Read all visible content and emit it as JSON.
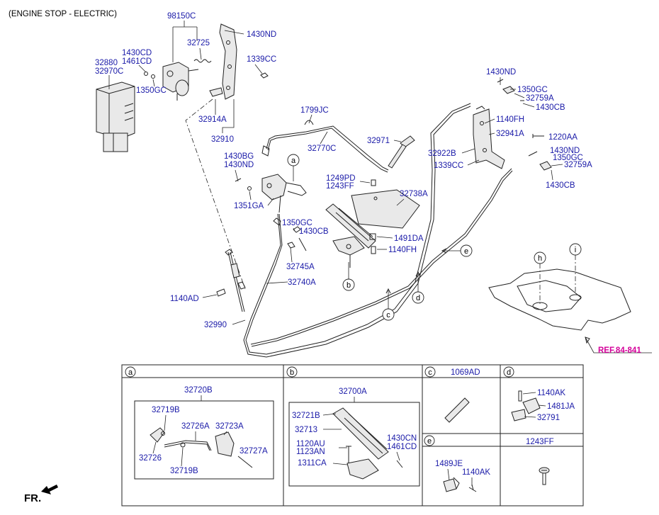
{
  "diagram": {
    "title": "(ENGINE STOP - ELECTRIC)",
    "ref_label": "REF.84-841",
    "fr_label": "FR.",
    "callouts": {
      "a": "a",
      "b": "b",
      "c": "c",
      "d": "d",
      "e": "e",
      "h": "h",
      "i": "i"
    },
    "part_numbers": {
      "p98150C": "98150C",
      "p1430ND_top": "1430ND",
      "p32725": "32725",
      "p1430CD_top": "1430CD",
      "p1461CD_top": "1461CD",
      "p32880": "32880",
      "p32970C": "32970C",
      "p1350GC_top": "1350GC",
      "p1339CC_top": "1339CC",
      "p32914A": "32914A",
      "p32910": "32910",
      "p1799JC": "1799JC",
      "p32770C": "32770C",
      "p32971": "32971",
      "p1430BG": "1430BG",
      "p1430ND_mid": "1430ND",
      "p1249PD": "1249PD",
      "p1243FF_mid": "1243FF",
      "p32738A": "32738A",
      "p1351GA": "1351GA",
      "p1350GC_mid": "1350GC",
      "p1430CB_mid": "1430CB",
      "p1491DA": "1491DA",
      "p1140FH_mid": "1140FH",
      "p32745A": "32745A",
      "p32740A": "32740A",
      "p1140AD": "1140AD",
      "p32990": "32990",
      "p1430ND_right": "1430ND",
      "p1350GC_right": "1350GC",
      "p32759A_right": "32759A",
      "p1430CB_right": "1430CB",
      "p1140FH_right": "1140FH",
      "p32941A": "32941A",
      "p1220AA": "1220AA",
      "p32922B": "32922B",
      "p1339CC_right": "1339CC",
      "p1430ND_r2": "1430ND",
      "p1350GC_r2": "1350GC",
      "p32759A_r2": "32759A",
      "p1430CB_r2": "1430CB"
    },
    "detail_a": {
      "tag": "a",
      "assembly": "32720B",
      "parts": {
        "p32719B_1": "32719B",
        "p32726A": "32726A",
        "p32723A": "32723A",
        "p32726": "32726",
        "p32727A": "32727A",
        "p32719B_2": "32719B"
      }
    },
    "detail_b": {
      "tag": "b",
      "assembly": "32700A",
      "parts": {
        "p32721B": "32721B",
        "p32713": "32713",
        "p1430CN": "1430CN",
        "p1461CD": "1461CD",
        "p1120AU": "1120AU",
        "p1123AN": "1123AN",
        "p1311CA": "1311CA"
      }
    },
    "detail_c": {
      "tag": "c",
      "part": "1069AD"
    },
    "detail_d": {
      "tag": "d",
      "parts": {
        "p1140AK": "1140AK",
        "p1481JA": "1481JA",
        "p32791": "32791"
      }
    },
    "detail_e": {
      "tag": "e",
      "parts": {
        "p1489JE": "1489JE",
        "p1140AK": "1140AK"
      }
    },
    "detail_f": {
      "part": "1243FF"
    }
  }
}
